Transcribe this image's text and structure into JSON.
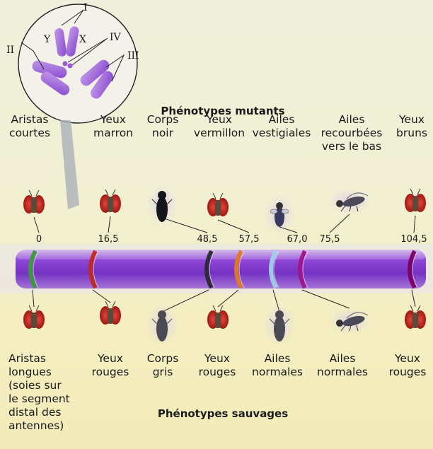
{
  "chromosome_circle": {
    "labels": [
      "I",
      "Y",
      "X",
      "IV",
      "II",
      "III"
    ]
  },
  "mutant_title": "Phénotypes mutants",
  "wild_title": "Phénotypes sauvages",
  "mutants": [
    {
      "lines": [
        "Aristas",
        "courtes"
      ],
      "position": "0",
      "color": "#3a9a3a"
    },
    {
      "lines": [
        "Yeux",
        "marron"
      ],
      "position": "16,5",
      "color": "#c0281f"
    },
    {
      "lines": [
        "Corps",
        "noir"
      ],
      "position": "48,5",
      "color": "#2a2a30"
    },
    {
      "lines": [
        "Yeux",
        "vermillon"
      ],
      "position": "57,5",
      "color": "#e07a20"
    },
    {
      "lines": [
        "Ailes",
        "vestigiales"
      ],
      "position": "67,0",
      "color": "#9fd0e8"
    },
    {
      "lines": [
        "Ailes",
        "recourbées",
        "vers le bas"
      ],
      "position": "75,5",
      "color": "#a0148a"
    },
    {
      "lines": [
        "Yeux",
        "bruns"
      ],
      "position": "104,5",
      "color": "#7a0060"
    }
  ],
  "wild": [
    {
      "lines": [
        "Aristas",
        "longues",
        "(soies sur",
        "le segment",
        "distal des",
        "antennes)"
      ]
    },
    {
      "lines": [
        "Yeux",
        "rouges"
      ]
    },
    {
      "lines": [
        "Corps",
        "gris"
      ]
    },
    {
      "lines": [
        "Yeux",
        "rouges"
      ]
    },
    {
      "lines": [
        "Ailes",
        "normales"
      ]
    },
    {
      "lines": [
        "Ailes",
        "normales"
      ]
    },
    {
      "lines": [
        "Yeux",
        "rouges"
      ]
    }
  ]
}
